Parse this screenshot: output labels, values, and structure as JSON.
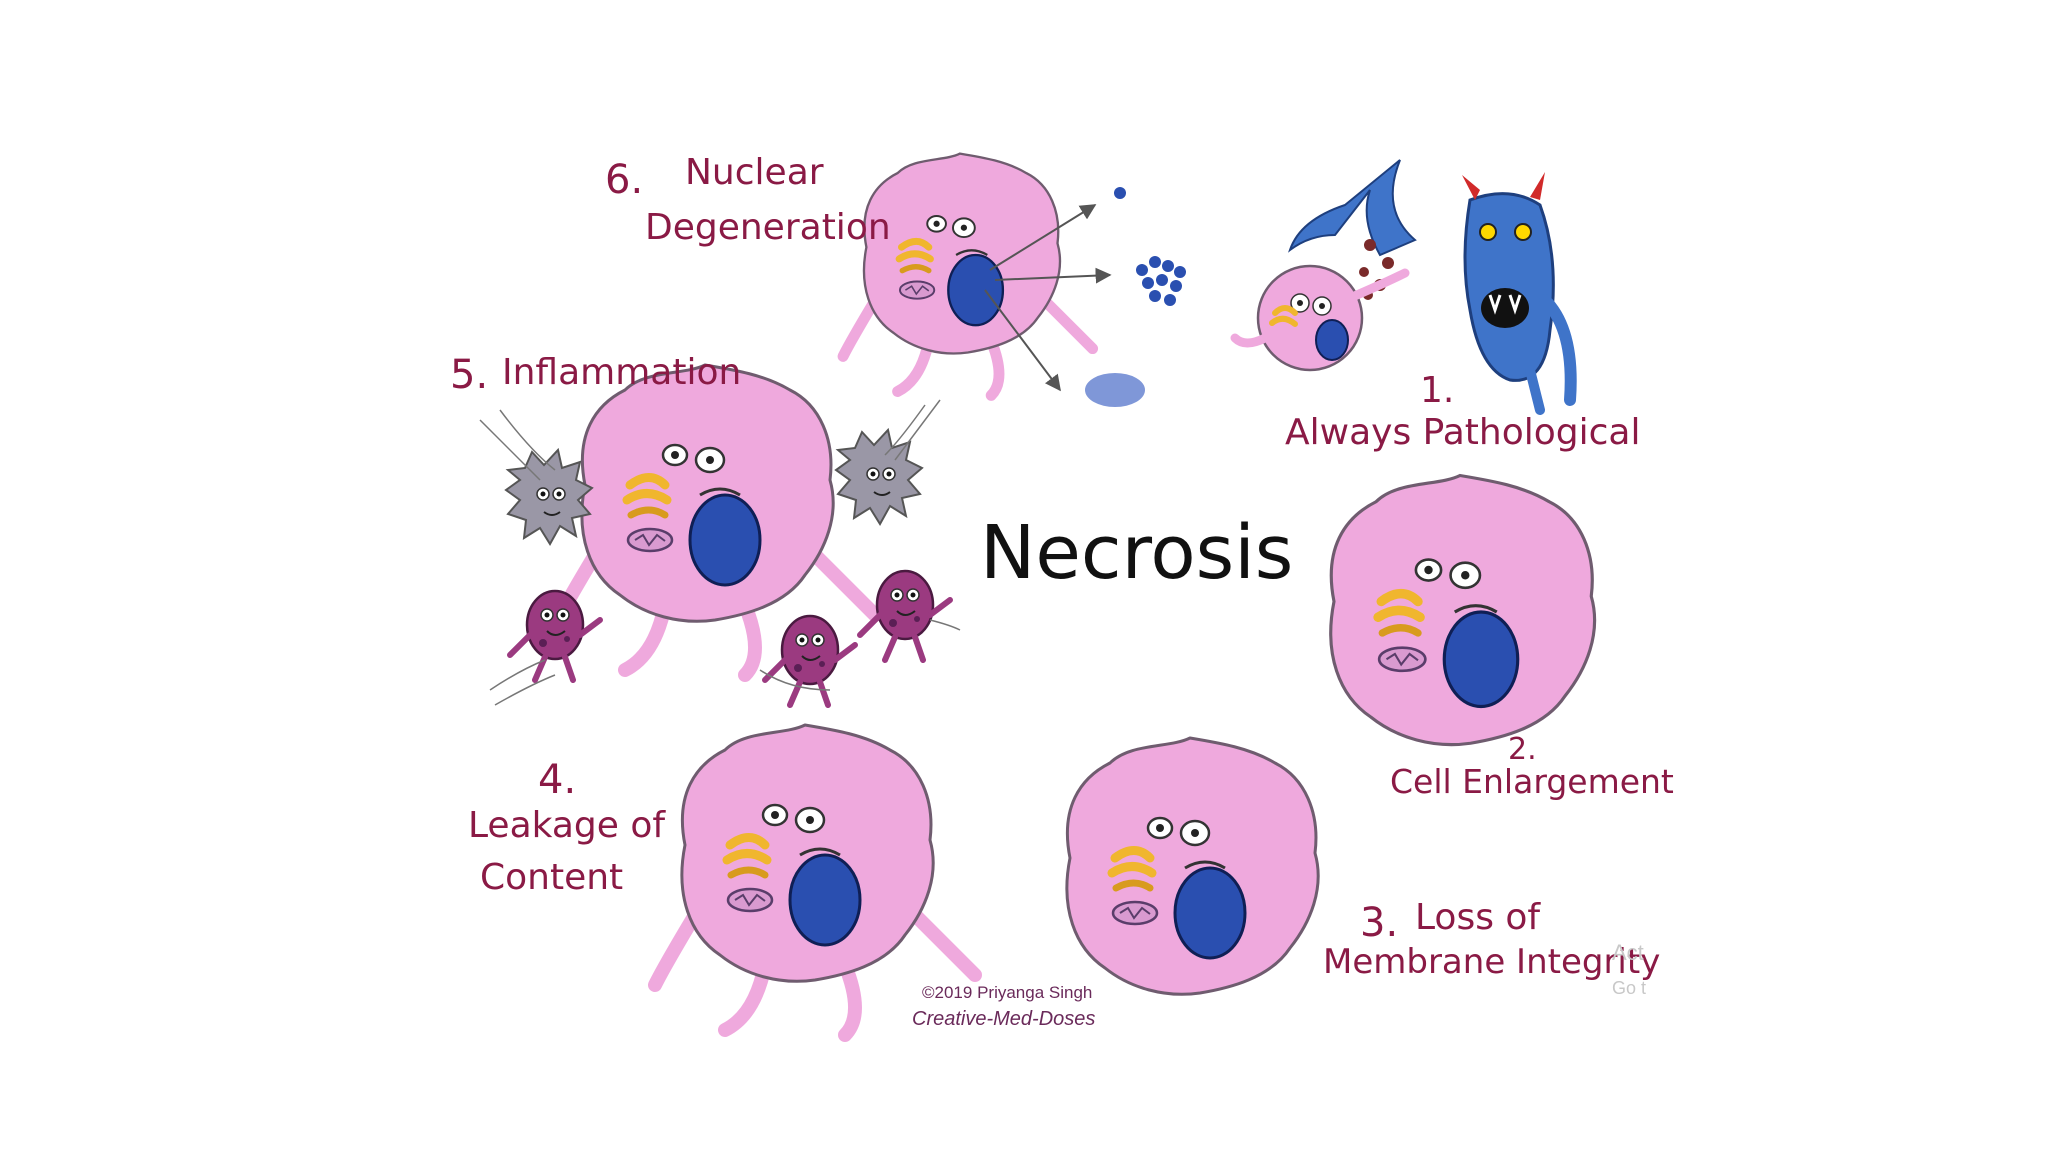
{
  "diagram": {
    "title": "Necrosis",
    "steps": [
      {
        "number": "1.",
        "text": "Always Pathological"
      },
      {
        "number": "2.",
        "text": "Cell Enlargement"
      },
      {
        "number": "3.",
        "text": "Loss of",
        "text2": "Membrane Integrity"
      },
      {
        "number": "4.",
        "text": "Leakage of",
        "text2": "Content"
      },
      {
        "number": "5.",
        "text": "Inflammation"
      },
      {
        "number": "6.",
        "text": "Nuclear",
        "text2": "Degeneration"
      }
    ],
    "credit": {
      "copyright": "©2019 Priyanga Singh",
      "brand": "Creative-Med-Doses"
    },
    "watermark": {
      "line1": "Act",
      "line2": "Go t"
    }
  },
  "colors": {
    "cell": "#efa9dd",
    "outline": "#6f5c6f",
    "nucleus": "#2a4fb0",
    "golgi": "#f0b62e",
    "label": "#8a1a45",
    "monster": "#3f74c9",
    "grey_cell": "#9a97a6",
    "purple_cell": "#9b3a80"
  }
}
